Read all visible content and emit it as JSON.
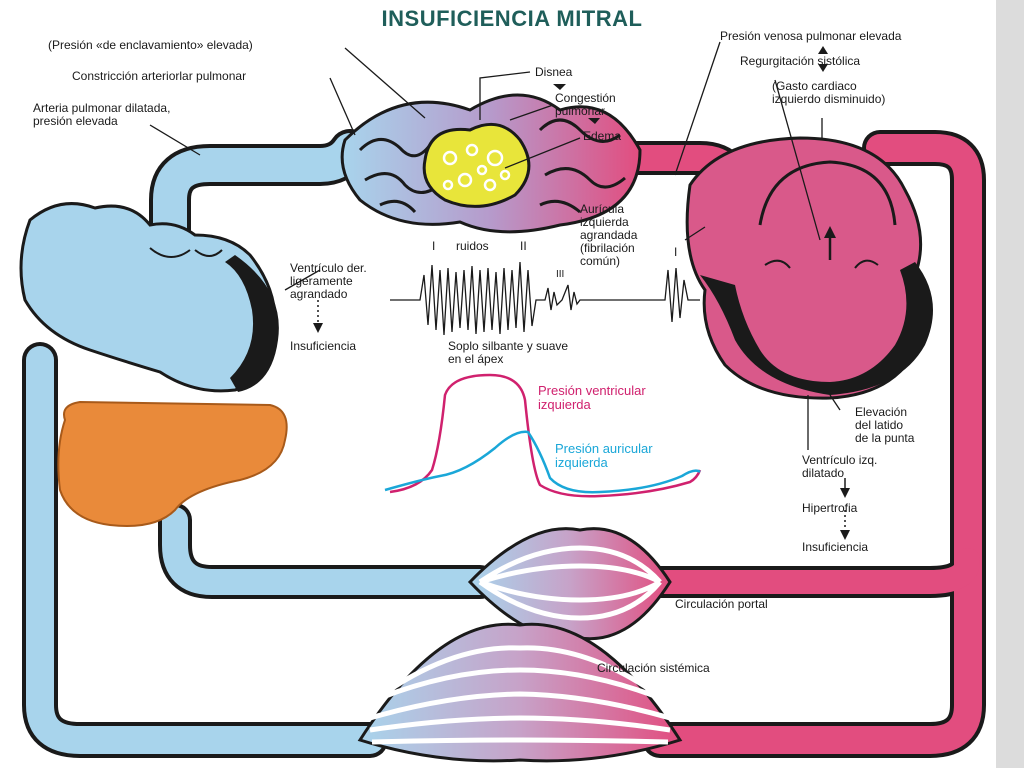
{
  "title": "INSUFICIENCIA MITRAL",
  "labels": {
    "presion_enclavamiento": "(Presión «de enclavamiento» elevada)",
    "constriccion": "Constricción arteriorlar pulmonar",
    "arteria_pulmonar": "Arteria pulmonar dilatada,\npresión elevada",
    "disnea": "Disnea",
    "congestion": "Congestión\npulmonar",
    "edema": "Edema",
    "presion_venosa": "Presión venosa pulmonar elevada",
    "regurgitacion": "Regurgitación sistólica",
    "gasto_cardiaco": "(Gasto cardiaco\nizquierdo disminuido)",
    "auricula": "Aurícula\nizquierda\nagrandada\n(fibrilación\ncomún)",
    "ruidos": "ruidos",
    "ruido_i": "I",
    "ruido_ii": "II",
    "ruido_iii": "III",
    "ruido_i2": "I",
    "ventriculo_der": "Ventrículo der.\nligeramente\nagrandado",
    "insuficiencia_der": "Insuficiencia",
    "soplo": "Soplo silbante y suave\nen el ápex",
    "presion_ventricular": "Presión ventricular\nizquierda",
    "presion_auricular": "Presión auricular\nizquierda",
    "elevacion": "Elevación\ndel latido\nde la punta",
    "ventriculo_izq": "Ventrículo izq.\ndilatado",
    "hipertrofia": "Hipertrofia",
    "insuficiencia_izq": "Insuficiencia",
    "circ_portal": "Circulación portal",
    "circ_sistemica": "Circulación sistémica"
  },
  "colors": {
    "venous_blue": "#a8d4ec",
    "arterial_pink": "#e24d7f",
    "heart_pink": "#d9598a",
    "liver_orange": "#e98a3a",
    "edema_yellow": "#e8e53a",
    "title_teal": "#1f5e5a",
    "curve_magenta": "#d0216e",
    "curve_cyan": "#1aa7d8"
  }
}
